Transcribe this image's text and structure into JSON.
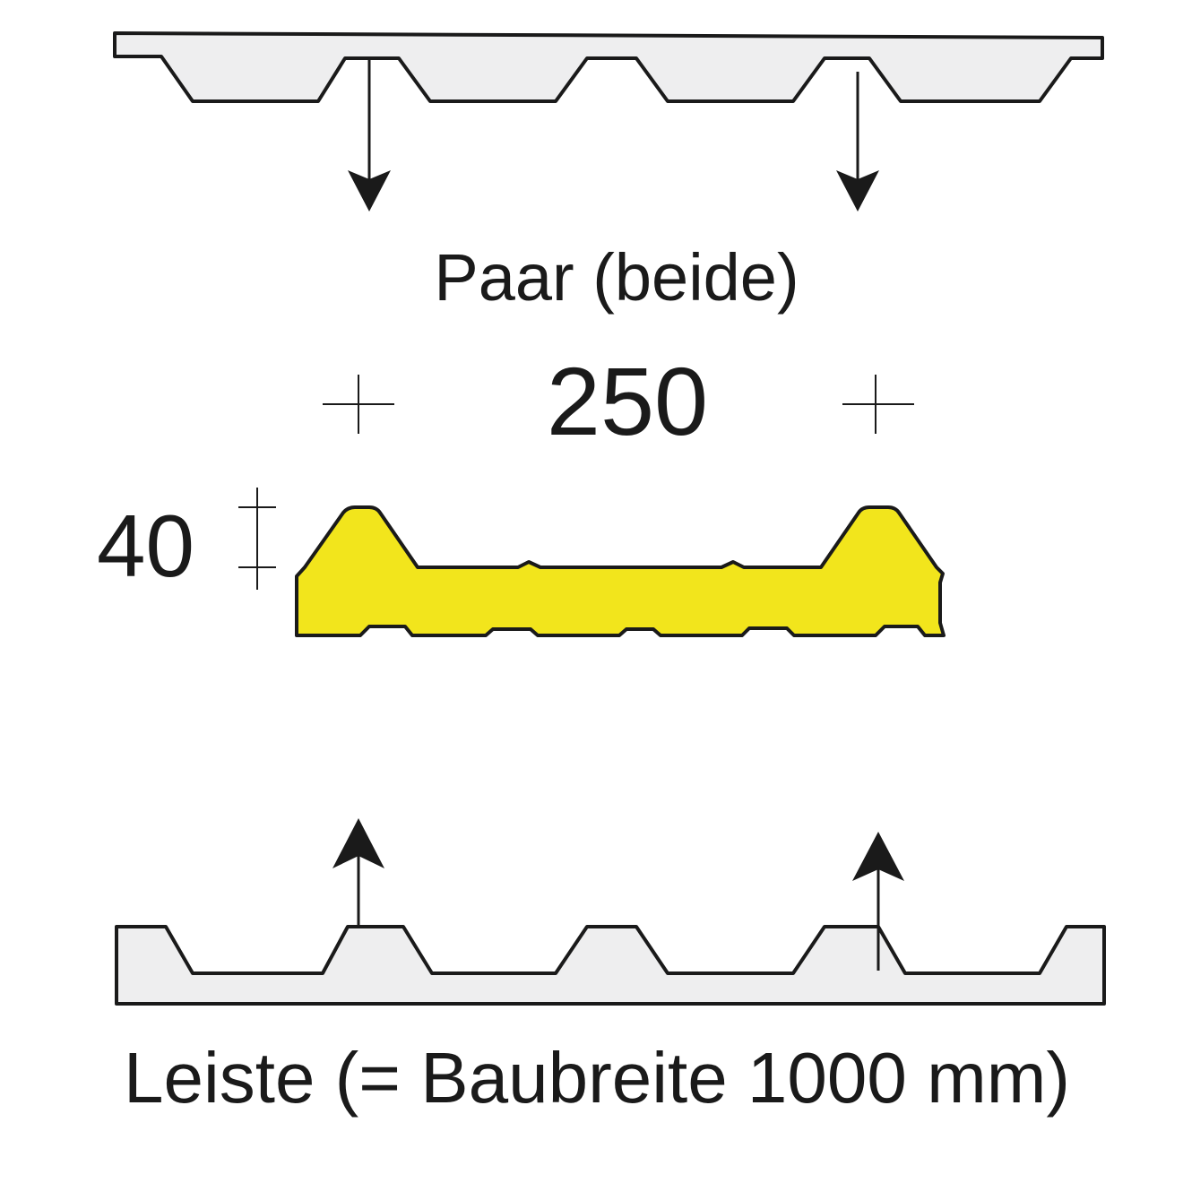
{
  "labels": {
    "pair": "Paar (beide)",
    "spacing": "250",
    "height": "40",
    "strip": "Leiste (= Baubreite 1000 mm)"
  },
  "colors": {
    "sheet_fill": "#eeeeef",
    "foam_fill": "#f2e51c",
    "stroke": "#1a1a1a"
  }
}
